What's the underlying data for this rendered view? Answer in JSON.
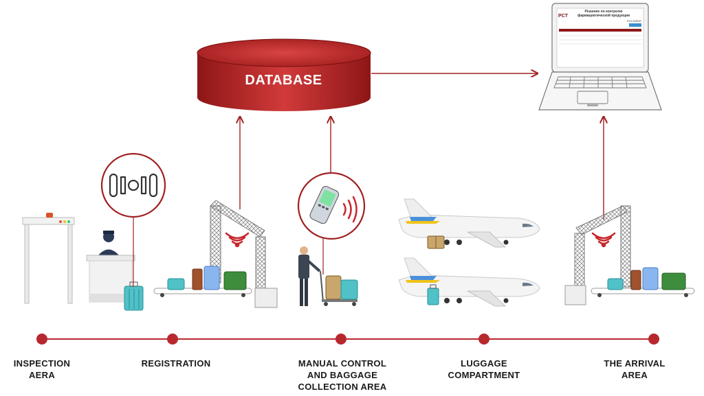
{
  "colors": {
    "accent": "#c8262b",
    "timeline": "#b7282e",
    "line": "#a02020"
  },
  "database": {
    "label": "DATABASE"
  },
  "laptop": {
    "screen_title": "Решение по контролю фармацевтической продукции",
    "logo": "PCT",
    "logo_right": "РОСЭЛЕКТ"
  },
  "stages": [
    {
      "label": "INSPECTION\nAERA"
    },
    {
      "label": "REGISTRATION"
    },
    {
      "label": "MANUAL CONTROL\nAND BAGGAGE\nCOLLECTION AREA"
    },
    {
      "label": "LUGGAGE\nCOMPARTMENT"
    },
    {
      "label": "THE ARRIVAL\nAREA"
    }
  ],
  "icons": [
    "database-icon",
    "laptop-icon",
    "metal-detector-icon",
    "registration-desk-icon",
    "rfid-tag-icon",
    "rfid-gate-icon",
    "handheld-scanner-icon",
    "person-icon",
    "airplane-icon",
    "luggage-icon",
    "wifi-signal-icon"
  ]
}
